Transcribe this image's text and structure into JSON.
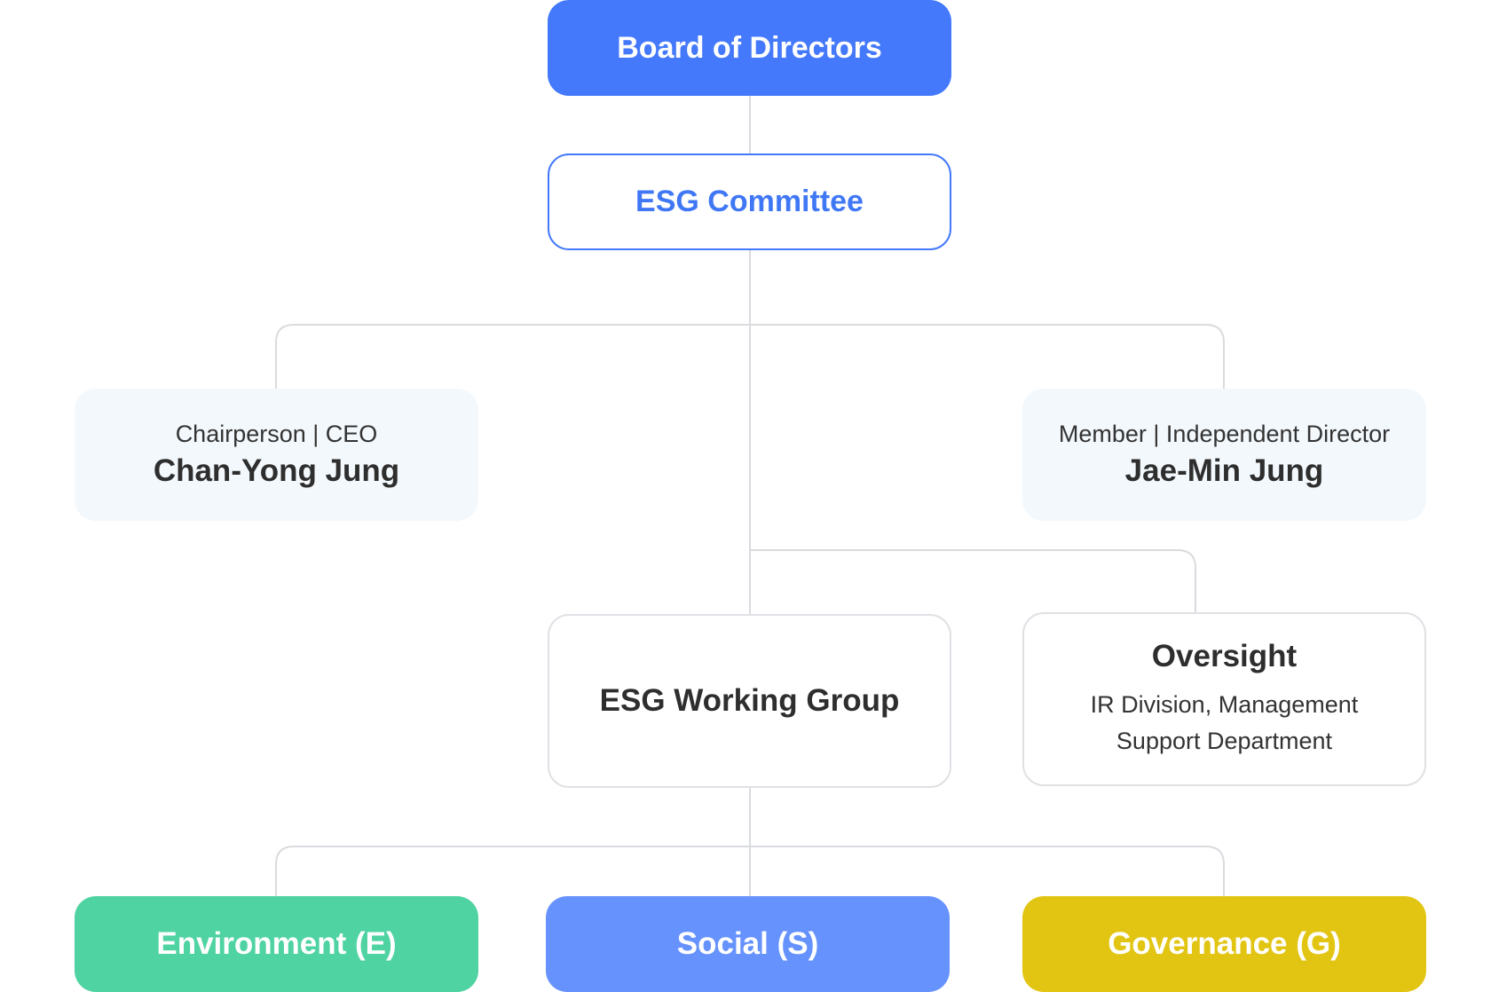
{
  "board": {
    "label": "Board of Directors"
  },
  "committee": {
    "label": "ESG Committee"
  },
  "chairperson": {
    "role": "Chairperson | CEO",
    "name": "Chan-Yong Jung"
  },
  "member": {
    "role": "Member | Independent Director",
    "name": "Jae-Min Jung"
  },
  "working_group": {
    "label": "ESG Working Group"
  },
  "oversight": {
    "title": "Oversight",
    "line1": "IR Division, Management",
    "line2": "Support Department"
  },
  "pillars": [
    {
      "label": "Environment (E)",
      "color": "#4fd3a2"
    },
    {
      "label": "Social (S)",
      "color": "#6692fd"
    },
    {
      "label": "Governance (G)",
      "color": "#e2c513"
    }
  ],
  "colors": {
    "primary": "#4479fb",
    "connector": "#d9dbde",
    "light_box": "#f3f8fc"
  }
}
